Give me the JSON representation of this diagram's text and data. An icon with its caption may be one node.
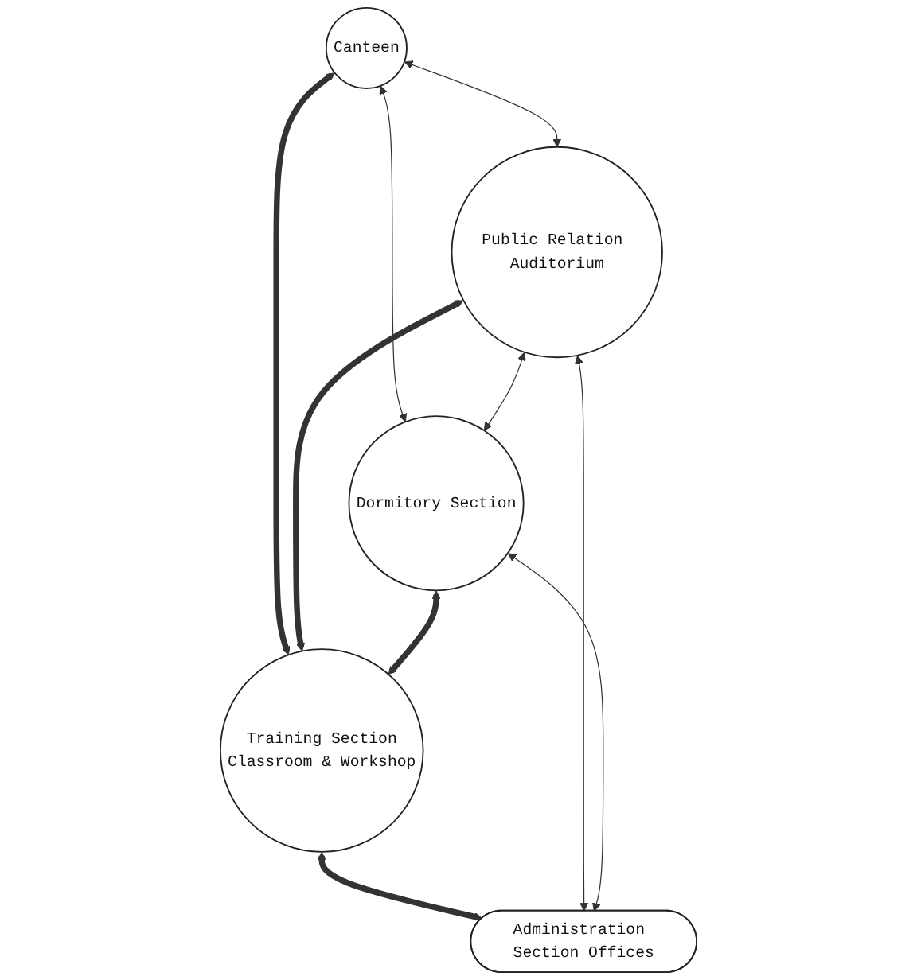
{
  "diagram": {
    "nodes": [
      {
        "text": [
          "Canteen"
        ]
      },
      {
        "text": [
          "Public Relation Auditorium"
        ]
      },
      {
        "text": [
          "Dormitory Section"
        ]
      },
      {
        "text": [
          "Training Section",
          "Classroom & Workshop"
        ]
      },
      {
        "text": [
          "Administration Section Offices"
        ]
      }
    ],
    "edges": [
      {
        "from": 0,
        "to": 1,
        "arrow": "both"
      },
      {
        "from": 0,
        "to": 2,
        "arrow": "both"
      },
      {
        "from": 0,
        "to": 3,
        "arrow": "both",
        "style": "thick"
      },
      {
        "from": 1,
        "to": 2,
        "arrow": "both"
      },
      {
        "from": 1,
        "to": 3,
        "arrow": "both",
        "style": "thick"
      },
      {
        "from": 2,
        "to": 3,
        "arrow": "both",
        "style": "thick"
      },
      {
        "from": 3,
        "to": 4,
        "arrow": "both",
        "style": "thick"
      },
      {
        "from": 1,
        "to": 4,
        "arrow": "both"
      },
      {
        "from": 2,
        "to": 4,
        "arrow": "both"
      }
    ]
  }
}
